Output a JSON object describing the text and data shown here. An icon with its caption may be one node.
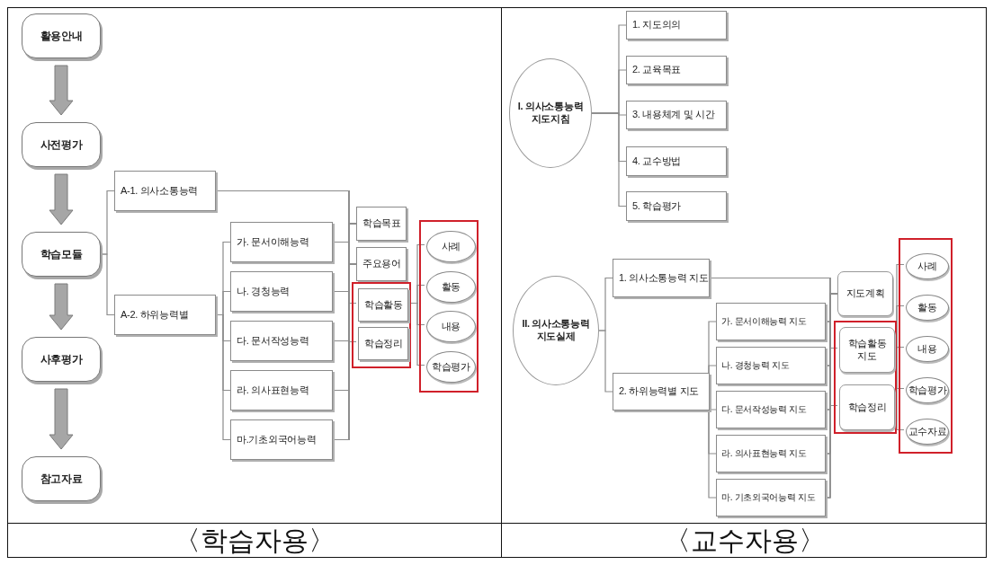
{
  "diagram": {
    "nodes": [
      {
        "text": [
          "활용안내"
        ]
      },
      {
        "text": [
          "사전평가"
        ]
      },
      {
        "text": [
          "학습모듈"
        ]
      },
      {
        "text": [
          "사후평가"
        ]
      },
      {
        "text": [
          "참고자료"
        ]
      },
      {
        "text": [
          "A-1. 의사소통능력"
        ]
      },
      {
        "text": [
          "A-2. 하위능력별"
        ]
      },
      {
        "text": [
          "가. 문서이해능력"
        ]
      },
      {
        "text": [
          "나. 경청능력"
        ]
      },
      {
        "text": [
          "다. 문서작성능력"
        ]
      },
      {
        "text": [
          "라. 의사표현능력"
        ]
      },
      {
        "text": [
          "마.기초외국어능력"
        ]
      },
      {
        "text": [
          "학습목표"
        ]
      },
      {
        "text": [
          "주요용어"
        ]
      },
      {
        "text": [],
        "shape": "box"
      },
      {
        "text": [
          "학습활동"
        ],
        "in": 14
      },
      {
        "text": [
          "학습정리"
        ],
        "in": 14
      },
      {
        "text": [],
        "shape": "box"
      },
      {
        "text": [
          "사례"
        ],
        "in": 17
      },
      {
        "text": [
          "활동"
        ],
        "in": 17
      },
      {
        "text": [
          "내용"
        ],
        "in": 17
      },
      {
        "text": [
          "학습평가"
        ],
        "in": 17
      },
      {
        "text": [
          "I. 의사소통능력 지도지침"
        ]
      },
      {
        "text": [
          "1. 지도의의"
        ]
      },
      {
        "text": [
          "2. 교육목표"
        ]
      },
      {
        "text": [
          "3. 내용체계 및 시간"
        ]
      },
      {
        "text": [
          "4. 교수방법"
        ]
      },
      {
        "text": [
          "5. 학습평가"
        ]
      },
      {
        "text": [
          "II. 의사소통능력 지도실제"
        ]
      },
      {
        "text": [
          "1. 의사소통능력 지도"
        ]
      },
      {
        "text": [
          "2. 하위능력별 지도"
        ]
      },
      {
        "text": [
          "가. 문서이해능력 지도"
        ]
      },
      {
        "text": [
          "나. 경청능력 지도"
        ]
      },
      {
        "text": [
          "다. 문서작성능력 지도"
        ]
      },
      {
        "text": [
          "라. 의사표현능력 지도"
        ]
      },
      {
        "text": [
          "마. 기초외국어능력 지도"
        ]
      },
      {
        "text": [
          "지도계획"
        ]
      },
      {
        "text": [],
        "shape": "box"
      },
      {
        "text": [
          "학습활동 지도"
        ],
        "in": 37
      },
      {
        "text": [
          "학습정리"
        ],
        "in": 37
      },
      {
        "text": [],
        "shape": "box"
      },
      {
        "text": [
          "사례"
        ],
        "in": 40
      },
      {
        "text": [
          "활동"
        ],
        "in": 40
      },
      {
        "text": [
          "내용"
        ],
        "in": 40
      },
      {
        "text": [
          "학습평가"
        ],
        "in": 40
      },
      {
        "text": [
          "교수자료"
        ],
        "in": 40
      }
    ],
    "edges": [
      {
        "from": 0,
        "to": 1,
        "arrow": "to",
        "style": "thick"
      },
      {
        "from": 1,
        "to": 2,
        "arrow": "to",
        "style": "thick"
      },
      {
        "from": 2,
        "to": 3,
        "arrow": "to",
        "style": "thick"
      },
      {
        "from": 3,
        "to": 4,
        "arrow": "to",
        "style": "thick"
      },
      {
        "from": 2,
        "to": 5,
        "arrow": "none"
      },
      {
        "from": 2,
        "to": 6,
        "arrow": "none"
      },
      {
        "from": 6,
        "to": 7,
        "arrow": "none"
      },
      {
        "from": 6,
        "to": 8,
        "arrow": "none"
      },
      {
        "from": 6,
        "to": 9,
        "arrow": "none"
      },
      {
        "from": 6,
        "to": 10,
        "arrow": "none"
      },
      {
        "from": 6,
        "to": 11,
        "arrow": "none"
      },
      {
        "from": 5,
        "to": 12,
        "arrow": "none"
      },
      {
        "from": 5,
        "to": 13,
        "arrow": "none"
      },
      {
        "from": 5,
        "to": 15,
        "arrow": "none"
      },
      {
        "from": 5,
        "to": 16,
        "arrow": "none"
      },
      {
        "from": 7,
        "to": 12,
        "arrow": "none"
      },
      {
        "from": 7,
        "to": 13,
        "arrow": "none"
      },
      {
        "from": 7,
        "to": 15,
        "arrow": "none"
      },
      {
        "from": 7,
        "to": 16,
        "arrow": "none"
      },
      {
        "from": 8,
        "to": 12,
        "arrow": "none"
      },
      {
        "from": 8,
        "to": 13,
        "arrow": "none"
      },
      {
        "from": 8,
        "to": 15,
        "arrow": "none"
      },
      {
        "from": 8,
        "to": 16,
        "arrow": "none"
      },
      {
        "from": 9,
        "to": 12,
        "arrow": "none"
      },
      {
        "from": 9,
        "to": 13,
        "arrow": "none"
      },
      {
        "from": 9,
        "to": 15,
        "arrow": "none"
      },
      {
        "from": 9,
        "to": 16,
        "arrow": "none"
      },
      {
        "from": 10,
        "to": 12,
        "arrow": "none"
      },
      {
        "from": 10,
        "to": 13,
        "arrow": "none"
      },
      {
        "from": 10,
        "to": 15,
        "arrow": "none"
      },
      {
        "from": 10,
        "to": 16,
        "arrow": "none"
      },
      {
        "from": 11,
        "to": 12,
        "arrow": "none"
      },
      {
        "from": 11,
        "to": 13,
        "arrow": "none"
      },
      {
        "from": 11,
        "to": 15,
        "arrow": "none"
      },
      {
        "from": 11,
        "to": 16,
        "arrow": "none"
      },
      {
        "from": 15,
        "to": 18,
        "arrow": "none"
      },
      {
        "from": 15,
        "to": 19,
        "arrow": "none"
      },
      {
        "from": 15,
        "to": 20,
        "arrow": "none"
      },
      {
        "from": 15,
        "to": 21,
        "arrow": "none"
      },
      {
        "from": 22,
        "to": 23,
        "arrow": "none"
      },
      {
        "from": 22,
        "to": 24,
        "arrow": "none"
      },
      {
        "from": 22,
        "to": 25,
        "arrow": "none"
      },
      {
        "from": 22,
        "to": 26,
        "arrow": "none"
      },
      {
        "from": 22,
        "to": 27,
        "arrow": "none"
      },
      {
        "from": 28,
        "to": 29,
        "arrow": "none"
      },
      {
        "from": 28,
        "to": 30,
        "arrow": "none"
      },
      {
        "from": 30,
        "to": 31,
        "arrow": "none"
      },
      {
        "from": 30,
        "to": 32,
        "arrow": "none"
      },
      {
        "from": 30,
        "to": 33,
        "arrow": "none"
      },
      {
        "from": 30,
        "to": 34,
        "arrow": "none"
      },
      {
        "from": 30,
        "to": 35,
        "arrow": "none"
      },
      {
        "from": 29,
        "to": 36,
        "arrow": "none"
      },
      {
        "from": 29,
        "to": 38,
        "arrow": "none"
      },
      {
        "from": 29,
        "to": 39,
        "arrow": "none"
      },
      {
        "from": 31,
        "to": 36,
        "arrow": "none"
      },
      {
        "from": 31,
        "to": 38,
        "arrow": "none"
      },
      {
        "from": 31,
        "to": 39,
        "arrow": "none"
      },
      {
        "from": 32,
        "to": 36,
        "arrow": "none"
      },
      {
        "from": 32,
        "to": 38,
        "arrow": "none"
      },
      {
        "from": 32,
        "to": 39,
        "arrow": "none"
      },
      {
        "from": 33,
        "to": 36,
        "arrow": "none"
      },
      {
        "from": 33,
        "to": 38,
        "arrow": "none"
      },
      {
        "from": 33,
        "to": 39,
        "arrow": "none"
      },
      {
        "from": 34,
        "to": 36,
        "arrow": "none"
      },
      {
        "from": 34,
        "to": 38,
        "arrow": "none"
      },
      {
        "from": 34,
        "to": 39,
        "arrow": "none"
      },
      {
        "from": 35,
        "to": 36,
        "arrow": "none"
      },
      {
        "from": 35,
        "to": 38,
        "arrow": "none"
      },
      {
        "from": 35,
        "to": 39,
        "arrow": "none"
      },
      {
        "from": 38,
        "to": 41,
        "arrow": "none"
      },
      {
        "from": 38,
        "to": 42,
        "arrow": "none"
      },
      {
        "from": 38,
        "to": 43,
        "arrow": "none"
      },
      {
        "from": 38,
        "to": 44,
        "arrow": "none"
      },
      {
        "from": 38,
        "to": 45,
        "arrow": "none"
      }
    ],
    "labels": [
      "〈학습자용〉",
      "〈교수자용〉"
    ]
  }
}
